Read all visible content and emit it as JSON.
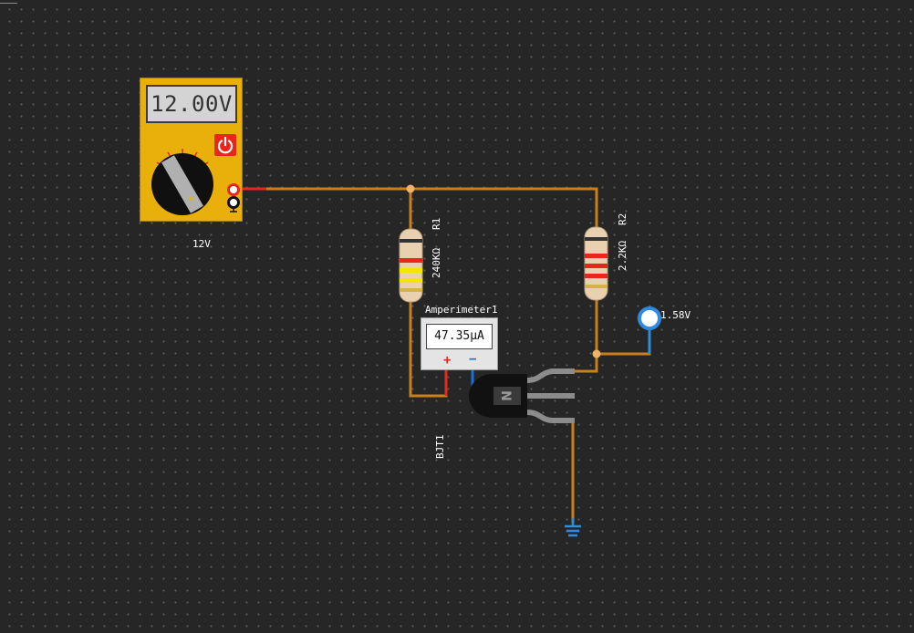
{
  "power_supply": {
    "display": "12.00V",
    "label": "12V"
  },
  "resistors": {
    "r1": {
      "name": "R1",
      "value": "240KΩ"
    },
    "r2": {
      "name": "R2",
      "value": "2.2KΩ"
    }
  },
  "ammeter": {
    "name": "Amperimeter1",
    "reading": "47.35µA",
    "plus": "+",
    "minus": "−"
  },
  "probe": {
    "reading": "1.58V"
  },
  "transistor": {
    "name": "BJT1",
    "marking": "N"
  },
  "colors": {
    "wire": "#c87f1e",
    "positive": "#e8261a",
    "negative": "#1a6fd8",
    "psu_body": "#e9b00c",
    "ground": "#2f8be0"
  }
}
